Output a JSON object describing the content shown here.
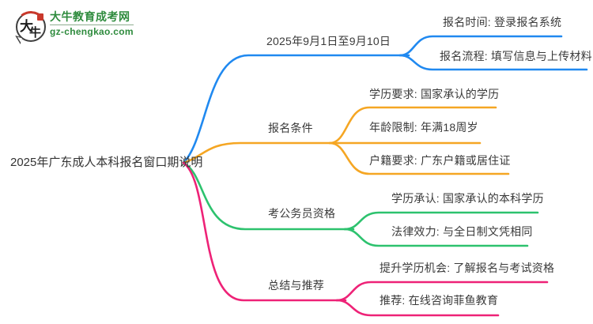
{
  "page": {
    "background": "#ffffff",
    "text_color": "#3a3a3a"
  },
  "logo": {
    "title": "大牛教育成考网",
    "domain": "gz-chengkao.com",
    "icon_char_top": "大",
    "icon_char_bottom": "牛",
    "brand_green": "#2e8b3d",
    "brand_red": "#c9392c"
  },
  "mindmap": {
    "central_topic": "2025年广东成人本科报名窗口期说明",
    "branches": [
      {
        "label": "2025年9月1日至9月10日",
        "color": "#2089f0",
        "children": [
          "报名时间: 登录报名系统",
          "报名流程: 填写信息与上传材料"
        ]
      },
      {
        "label": "报名条件",
        "color": "#f5a623",
        "children": [
          "学历要求: 国家承认的学历",
          "年龄限制: 年满18周岁",
          "户籍要求: 广东户籍或居住证"
        ]
      },
      {
        "label": "考公务员资格",
        "color": "#2dc26e",
        "children": [
          "学历承认: 国家承认的本科学历",
          "法律效力: 与全日制文凭相同"
        ]
      },
      {
        "label": "总结与推荐",
        "color": "#ee2277",
        "children": [
          "提升学历机会: 了解报名与考试资格",
          "推荐: 在线咨询菲鱼教育"
        ]
      }
    ]
  }
}
